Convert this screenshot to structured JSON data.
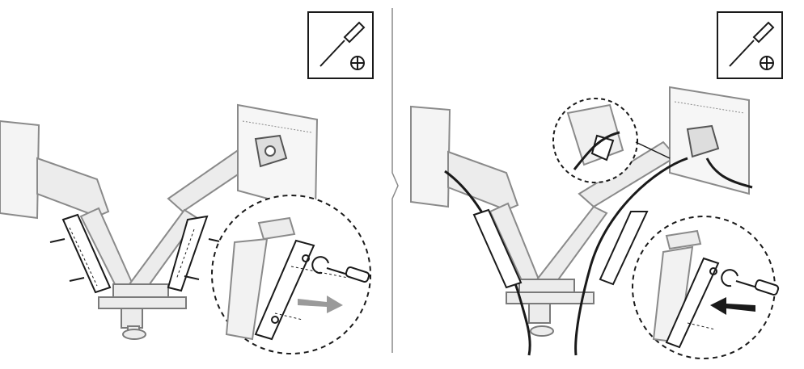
{
  "figure": {
    "panels": [
      {
        "id": "remove-covers",
        "tool": "phillips-screwdriver-icon",
        "arrow_direction": "out",
        "cable_routed": false
      },
      {
        "id": "install-covers-with-cables",
        "tool": "phillips-screwdriver-icon",
        "arrow_direction": "in",
        "cable_routed": true
      }
    ]
  },
  "colors": {
    "line": "#1a1a1a",
    "arm_fill": "#ececec",
    "arm_stroke": "#8a8a8a",
    "arrow_fill": "#9a9a9a",
    "arrow_fill_dark": "#1a1a1a"
  }
}
